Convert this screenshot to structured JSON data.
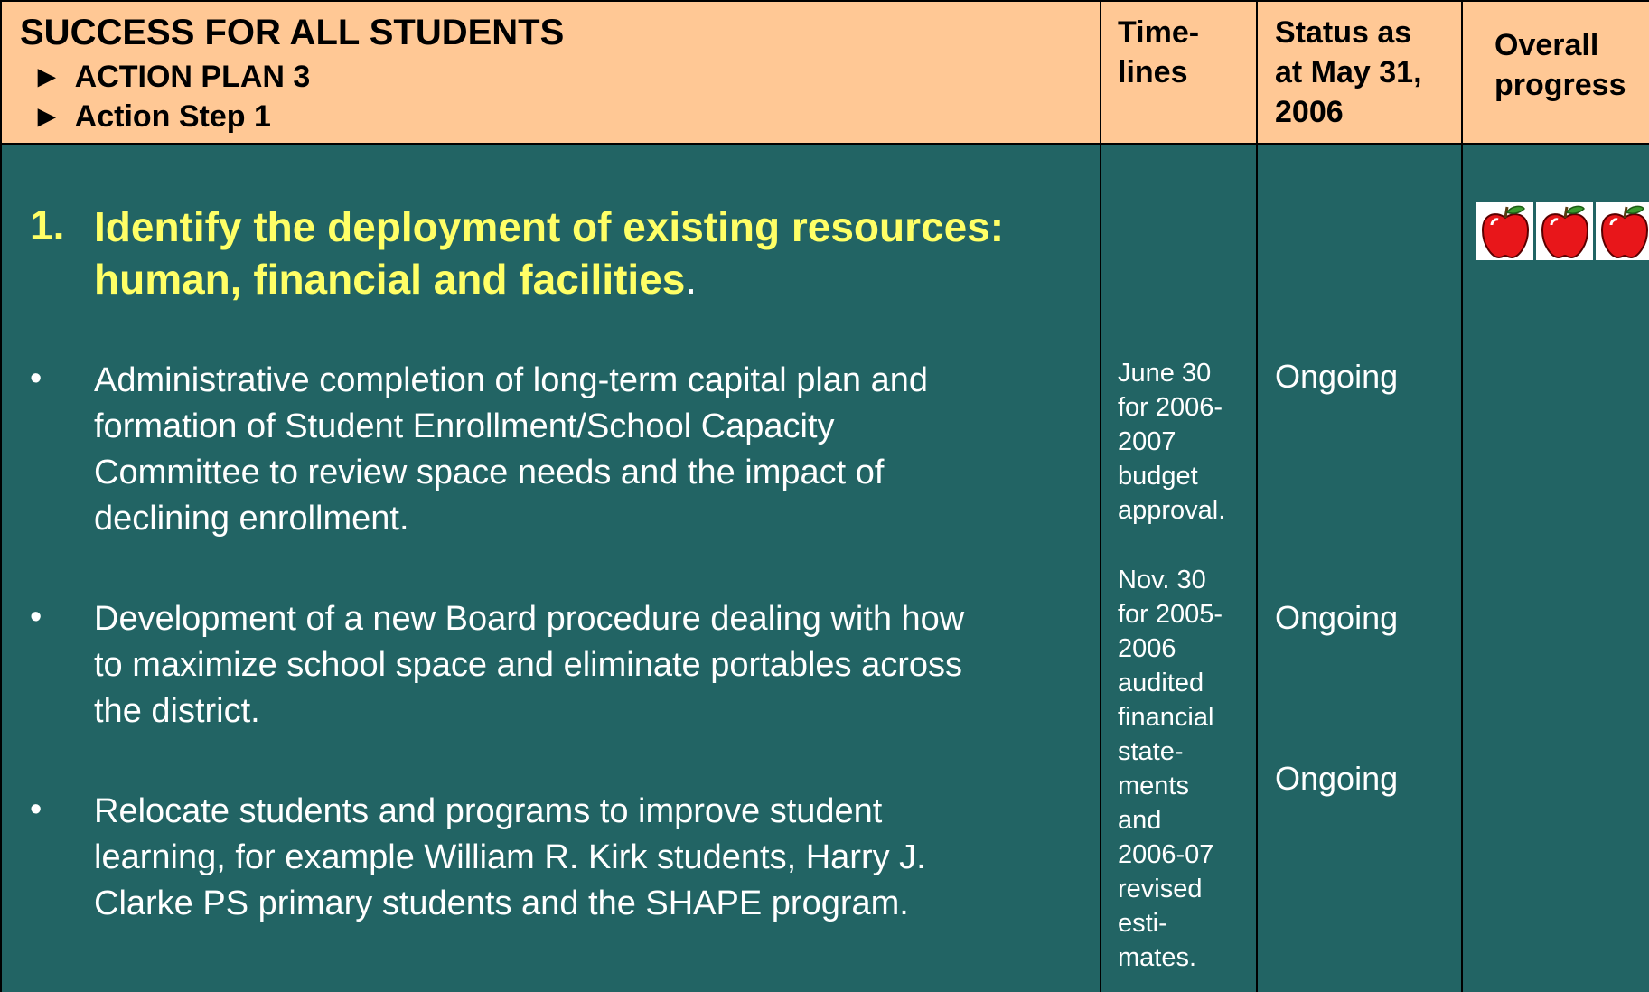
{
  "header": {
    "title": "SUCCESS FOR ALL STUDENTS",
    "sub_items": [
      {
        "arrow": "►",
        "label": "ACTION PLAN 3"
      },
      {
        "arrow": "►",
        "label": "Action Step 1"
      }
    ],
    "col_timelines": [
      "Time-",
      "lines"
    ],
    "col_status": [
      "Status as",
      "at May 31,",
      "2006"
    ],
    "col_progress": [
      "Overall",
      "progress"
    ]
  },
  "goal": {
    "number": "1.",
    "text": "Identify the deployment of existing resources: human, financial and facilities",
    "trailing": "."
  },
  "items": [
    {
      "bullet": "•",
      "text": [
        "Administrative completion of long-term capital plan and",
        "formation of Student Enrollment/School Capacity",
        "Committee to review space needs and the impact of",
        "declining enrollment."
      ]
    },
    {
      "bullet": "•",
      "text": [
        "Development of a new Board procedure dealing with how",
        "to maximize school space and eliminate portables across",
        "the district."
      ]
    },
    {
      "bullet": "•",
      "text": [
        "Relocate students and programs to improve student",
        "learning, for example William R. Kirk students, Harry J.",
        "Clarke PS primary students and the SHAPE program."
      ]
    }
  ],
  "timelines": [
    [
      "June 30",
      "for 2006-",
      "2007",
      "budget",
      "approval."
    ],
    [
      "Nov. 30",
      "for 2005-",
      "2006",
      "audited",
      "financial",
      "state-",
      "ments",
      "and",
      "2006-07",
      "revised",
      "esti-",
      "mates."
    ]
  ],
  "statuses": [
    "Ongoing",
    "Ongoing",
    "Ongoing"
  ],
  "progress": {
    "icon": "apple-icon",
    "count": 3,
    "colors": {
      "apple": "#e8161a",
      "leaf": "#3a9a2e"
    }
  }
}
